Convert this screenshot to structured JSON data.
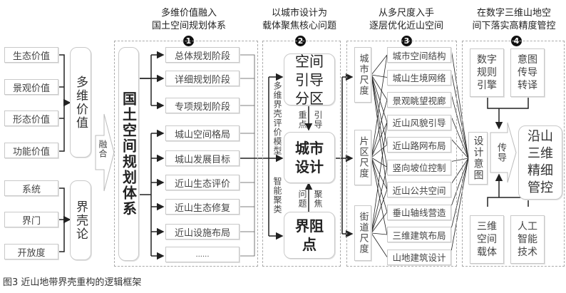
{
  "caption": "图3  近山地带界壳重构的逻辑框架",
  "left_inputs": {
    "values": [
      "生态价值",
      "景观价值",
      "形态价值",
      "功能价值"
    ],
    "values_group": "多维价值",
    "shell": [
      "系统",
      "界门",
      "开放度"
    ],
    "shell_group": "界壳论",
    "merge_label": "融合"
  },
  "section1": {
    "number": "1",
    "heading_line1": "多维价值融入",
    "heading_line2": "国土空间规划体系",
    "main": "国土空间规划体系",
    "stages": [
      "总体规划阶段",
      "详细规划阶段",
      "专项规划阶段"
    ],
    "items": [
      "城山空间格局",
      "城山发展目标",
      "近山生态评价",
      "近山生态修复",
      "近山设施布局",
      "......"
    ]
  },
  "section2": {
    "number": "2",
    "heading_line1": "以城市设计为",
    "heading_line2": "载体聚焦核心问题",
    "top_box": "空间引导分区",
    "center_box": "城市设计",
    "bottom_box": "界阻点",
    "side_label_top": "多维界壳评价模型",
    "side_label_bottom": "智能聚类",
    "arrow_down_left": "重点",
    "arrow_down_right": "引导",
    "arrow_up_left": "问题",
    "arrow_up_right": "聚焦"
  },
  "section3": {
    "number": "3",
    "heading_line1": "从多尺度入手",
    "heading_line2": "逐层优化近山空间",
    "scales": [
      "城市尺度",
      "片区尺度",
      "街道尺度"
    ],
    "items": [
      "城市空间结构",
      "城山生境网络",
      "景观眺望视廊",
      "近山风貌引导",
      "近山路网布局",
      "竖向坡位控制",
      "近山公共空间",
      "垂山轴线营造",
      "三维建筑布局",
      "山地建筑设计"
    ]
  },
  "section4": {
    "number": "4",
    "heading_line1": "在数字三维山地空",
    "heading_line2": "间下落实高精度管控",
    "design_intent": "设计意图",
    "transmit": "传导",
    "top_left": "数字规则引擎",
    "top_right": "意图传导转译",
    "bottom_left": "三维空间载体",
    "bottom_right": "人工智能技术",
    "result": "沿山三维精细管控"
  }
}
